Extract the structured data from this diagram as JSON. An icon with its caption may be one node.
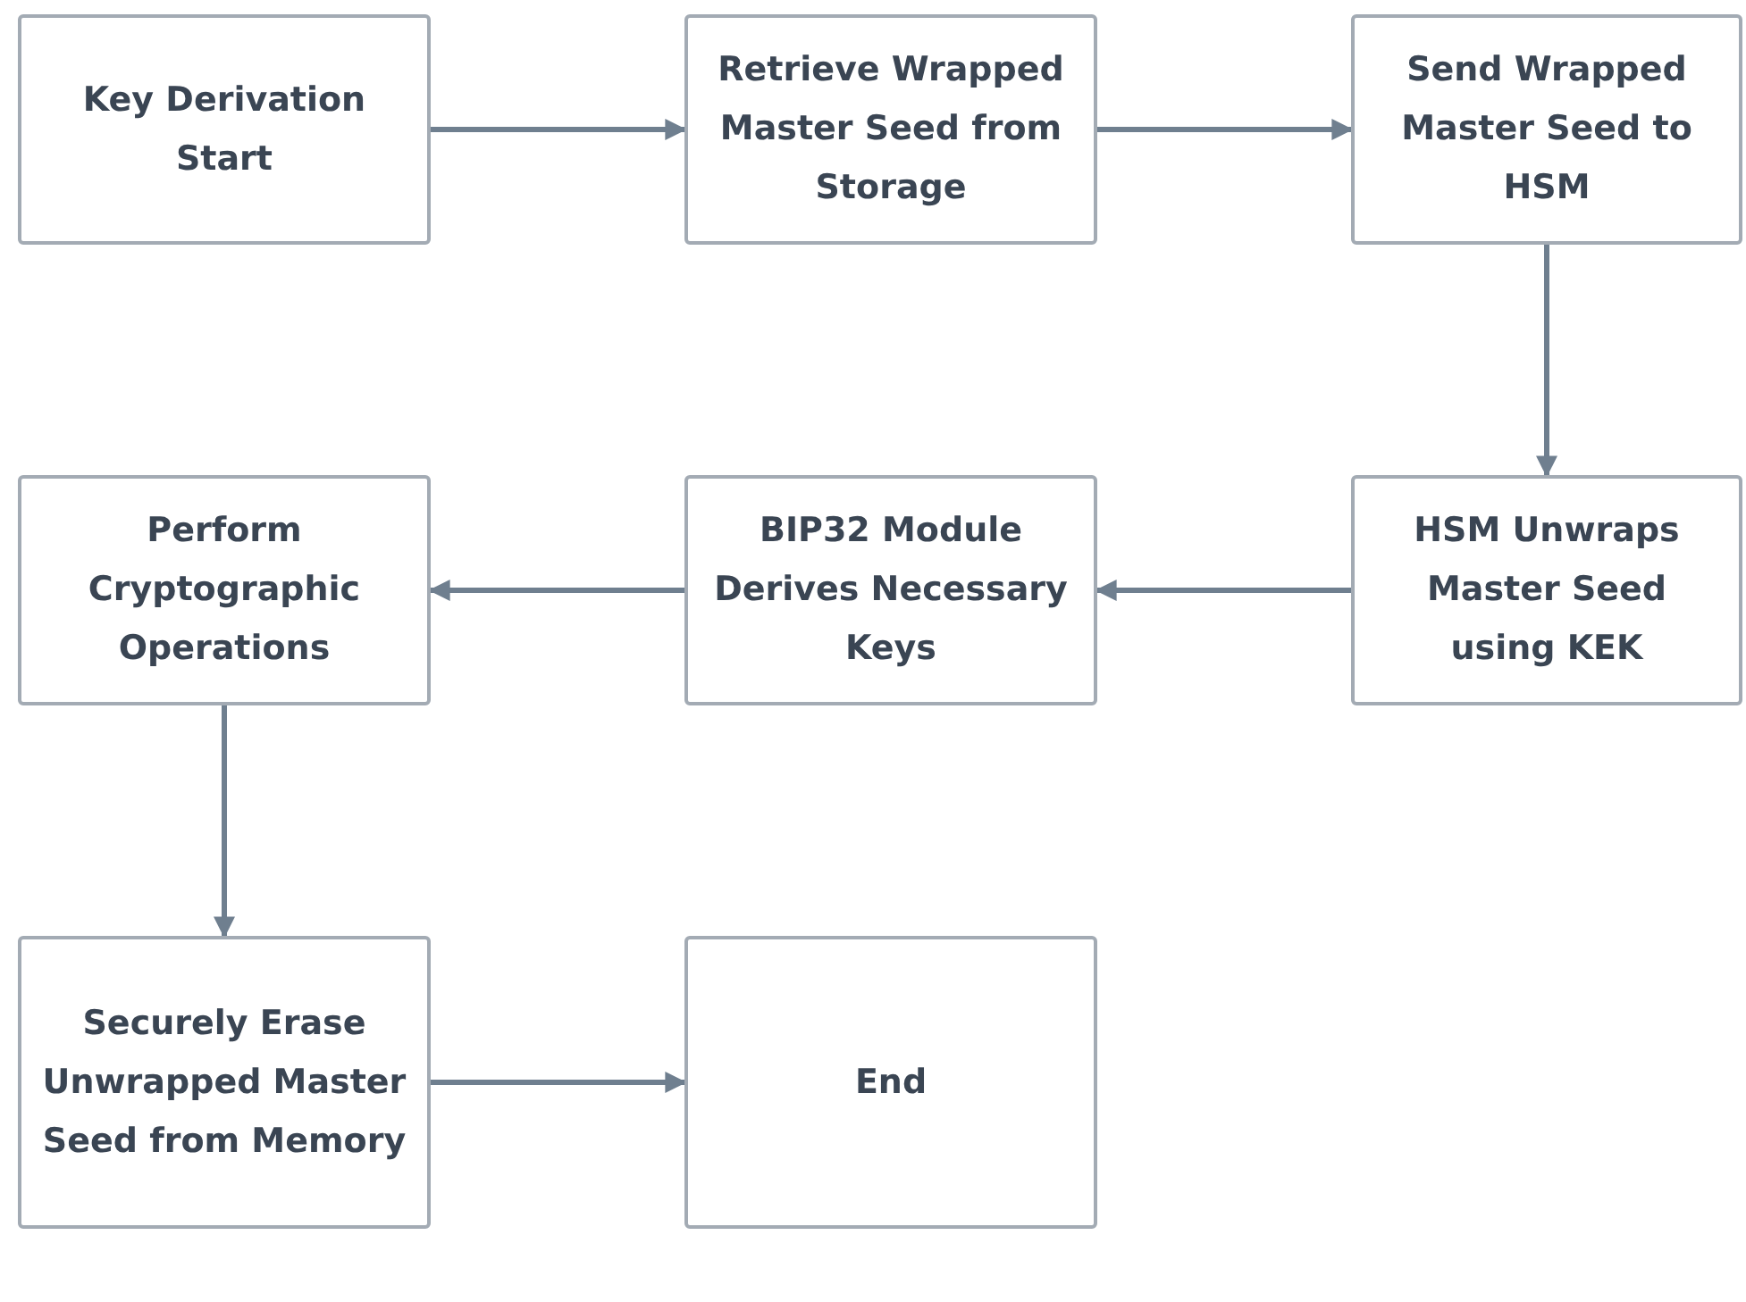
{
  "diagram": {
    "nodes": [
      {
        "text": [
          "Key Derivation Start"
        ]
      },
      {
        "text": [
          "Retrieve Wrapped Master Seed from Storage"
        ]
      },
      {
        "text": [
          "Send Wrapped Master Seed to HSM"
        ]
      },
      {
        "text": [
          "HSM Unwraps Master Seed using KEK"
        ]
      },
      {
        "text": [
          "BIP32 Module Derives Necessary Keys"
        ]
      },
      {
        "text": [
          "Perform Cryptographic Operations"
        ]
      },
      {
        "text": [
          "Securely Erase Unwrapped Master Seed from Memory"
        ]
      },
      {
        "text": [
          "End"
        ]
      }
    ],
    "edges": [
      {
        "from": 0,
        "to": 1,
        "arrow": "to"
      },
      {
        "from": 1,
        "to": 2,
        "arrow": "to"
      },
      {
        "from": 2,
        "to": 3,
        "arrow": "to"
      },
      {
        "from": 3,
        "to": 4,
        "arrow": "to"
      },
      {
        "from": 4,
        "to": 5,
        "arrow": "to"
      },
      {
        "from": 5,
        "to": 6,
        "arrow": "to"
      },
      {
        "from": 6,
        "to": 7,
        "arrow": "to"
      }
    ]
  }
}
